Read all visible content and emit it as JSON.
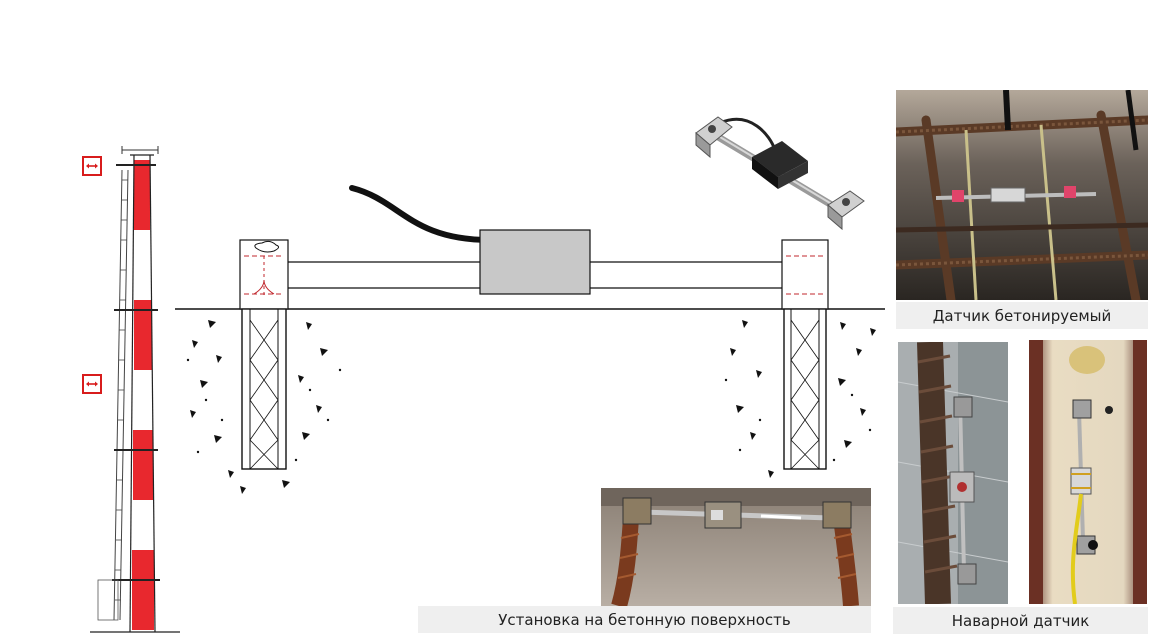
{
  "captions": {
    "embedded_sensor": "Датчик бетонируемый",
    "welded_sensor": "Наварной датчик",
    "surface_mount": "Установка на бетонную поверхность"
  },
  "colors": {
    "chimney_stripe": "#e8282e",
    "marker": "#d81c1c",
    "sensor_body": "#c8c8c8",
    "cable": "#111111",
    "caption_bg": "#efefef"
  },
  "icons": {
    "strain_marker": "double-arrow-icon"
  }
}
